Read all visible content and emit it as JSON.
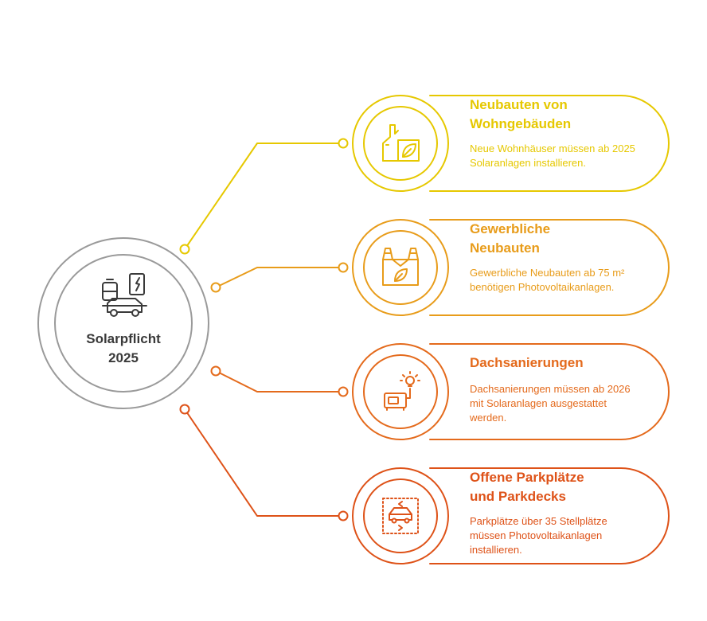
{
  "center": {
    "title_line1": "Solarpflicht",
    "title_line2": "2025",
    "icon": "battery-ev-charging-icon"
  },
  "items": [
    {
      "title_line1": "Neubauten von",
      "title_line2": "Wohngebäuden",
      "description": "Neue Wohnhäuser müssen ab 2025 Solaranlagen installieren.",
      "icon": "eco-factory-leaf-icon",
      "color": "#E6C800"
    },
    {
      "title_line1": "Gewerbliche",
      "title_line2": "Neubauten",
      "description": "Gewerbliche Neubauten ab 75 m² benötigen Photovoltaikanlagen.",
      "icon": "factory-leaf-icon",
      "color": "#E89C1A"
    },
    {
      "title_line1": "Dachsanierungen",
      "title_line2": "",
      "description": "Dachsanierungen müssen ab 2026 mit Solaranlagen ausgestattet werden.",
      "icon": "generator-lightbulb-icon",
      "color": "#E46A1C"
    },
    {
      "title_line1": "Offene Parkplätze",
      "title_line2": "und Parkdecks",
      "description": "Parkplätze über 35 Stellplätze müssen Photovoltaikanlagen installieren.",
      "icon": "parking-car-icon",
      "color": "#DE5218"
    }
  ]
}
